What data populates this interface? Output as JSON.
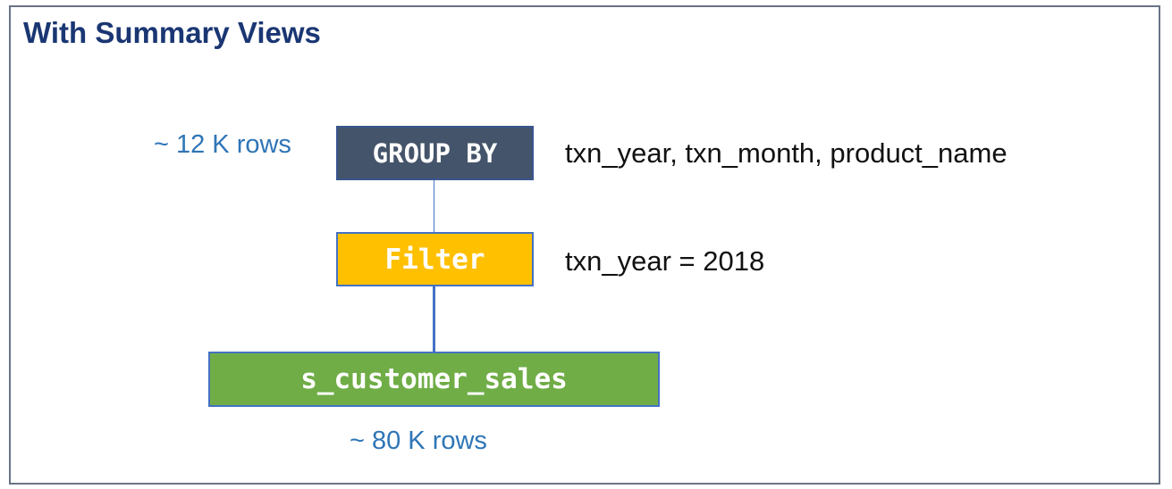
{
  "title": "With Summary Views",
  "nodes": {
    "group_by": {
      "label": "GROUP BY",
      "detail": "txn_year, txn_month, product_name",
      "row_estimate": "~ 12 K rows",
      "color": "#44546a"
    },
    "filter": {
      "label": "Filter",
      "detail": "txn_year = 2018",
      "color": "#ffc000"
    },
    "table": {
      "label": "s_customer_sales",
      "row_estimate": "~ 80 K rows",
      "color": "#70ad47"
    }
  },
  "colors": {
    "title": "#1a3673",
    "annotation": "#2e75b6",
    "connector": "#4472c4",
    "frame_border": "#6a7387"
  }
}
